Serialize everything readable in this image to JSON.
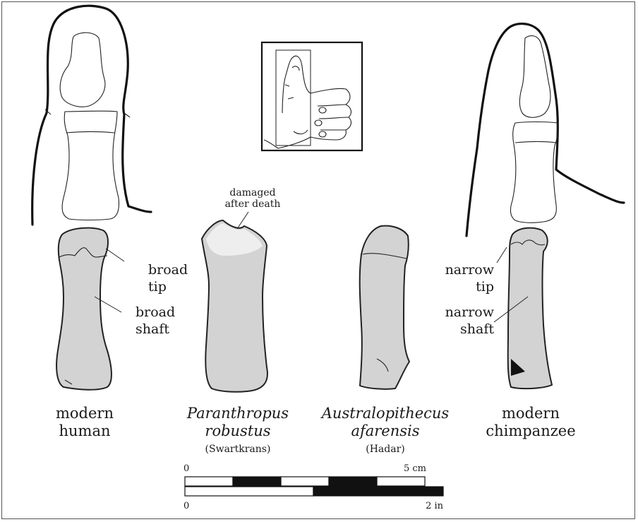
{
  "labels": {
    "damaged_line1": "damaged",
    "damaged_line2": "after death",
    "broad_tip_1": "broad",
    "broad_tip_2": "tip",
    "broad_shaft_1": "broad",
    "broad_shaft_2": "shaft",
    "narrow_tip_1": "narrow",
    "narrow_tip_2": "tip",
    "narrow_shaft_1": "narrow",
    "narrow_shaft_2": "shaft"
  },
  "specimens": [
    {
      "line1": "modern",
      "line2": "human",
      "site": ""
    },
    {
      "line1": "Paranthropus",
      "line2": "robustus",
      "site": "(Swartkrans)"
    },
    {
      "line1": "Australopithecus",
      "line2": "afarensis",
      "site": "(Hadar)"
    },
    {
      "line1": "modern",
      "line2": "chimpanzee",
      "site": ""
    }
  ],
  "scale": {
    "cm_start": "0",
    "cm_end": "5 cm",
    "in_start": "0",
    "in_end": "2 in"
  }
}
